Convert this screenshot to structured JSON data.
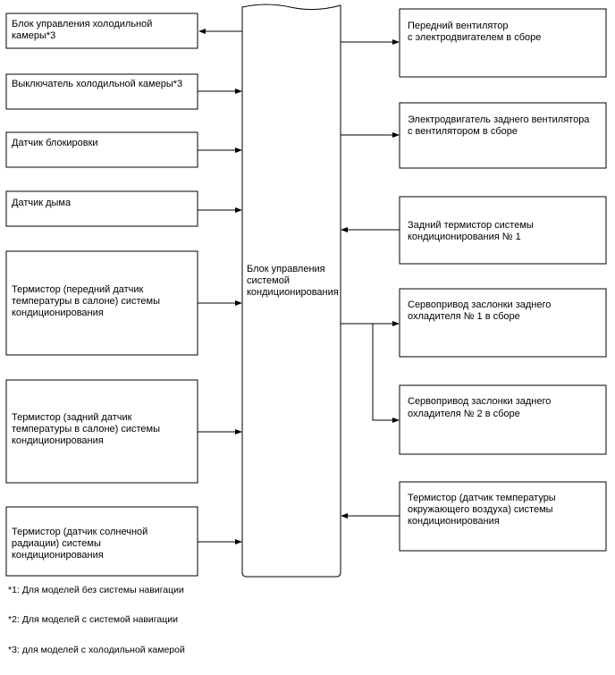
{
  "diagram": {
    "center": {
      "label": [
        "Блок управления",
        "системой",
        "кондиционирования"
      ]
    },
    "left": [
      {
        "label": [
          "Блок управления холодильной",
          "камеры*3"
        ],
        "direction": "output"
      },
      {
        "label": [
          "Выключатель холодильной камеры*3"
        ],
        "direction": "input"
      },
      {
        "label": [
          "Датчик блокировки"
        ],
        "direction": "input"
      },
      {
        "label": [
          "Датчик дыма"
        ],
        "direction": "input"
      },
      {
        "label": [
          "Термистор (передний датчик",
          "температуры в салоне) системы",
          "кондиционирования"
        ],
        "direction": "input"
      },
      {
        "label": [
          "Термистор (задний датчик",
          "температуры в салоне) системы",
          "кондиционирования"
        ],
        "direction": "input"
      },
      {
        "label": [
          "Термистор (датчик солнечной",
          "радиации) системы",
          "кондиционирования"
        ],
        "direction": "input"
      }
    ],
    "right": [
      {
        "label": [
          "Передний вентилятор",
          "с электродвигателем в сборе"
        ],
        "direction": "output"
      },
      {
        "label": [
          "Электродвигатель заднего вентилятора",
          "с вентилятором в сборе"
        ],
        "direction": "output"
      },
      {
        "label": [
          "Задний термистор системы",
          "кондиционирования № 1"
        ],
        "direction": "input"
      },
      {
        "label": [
          "Сервопривод заслонки заднего",
          "охладителя № 1 в сборе"
        ],
        "direction": "output"
      },
      {
        "label": [
          "Сервопривод заслонки заднего",
          "охладителя № 2 в сборе"
        ],
        "direction": "output"
      },
      {
        "label": [
          "Термистор (датчик температуры",
          "окружающего воздуха) системы",
          "кондиционирования"
        ],
        "direction": "input"
      }
    ],
    "footnotes": [
      "*1: Для моделей без системы навигации",
      "*2: Для моделей с системой навигации",
      "*3: для моделей с холодильной камерой"
    ]
  }
}
